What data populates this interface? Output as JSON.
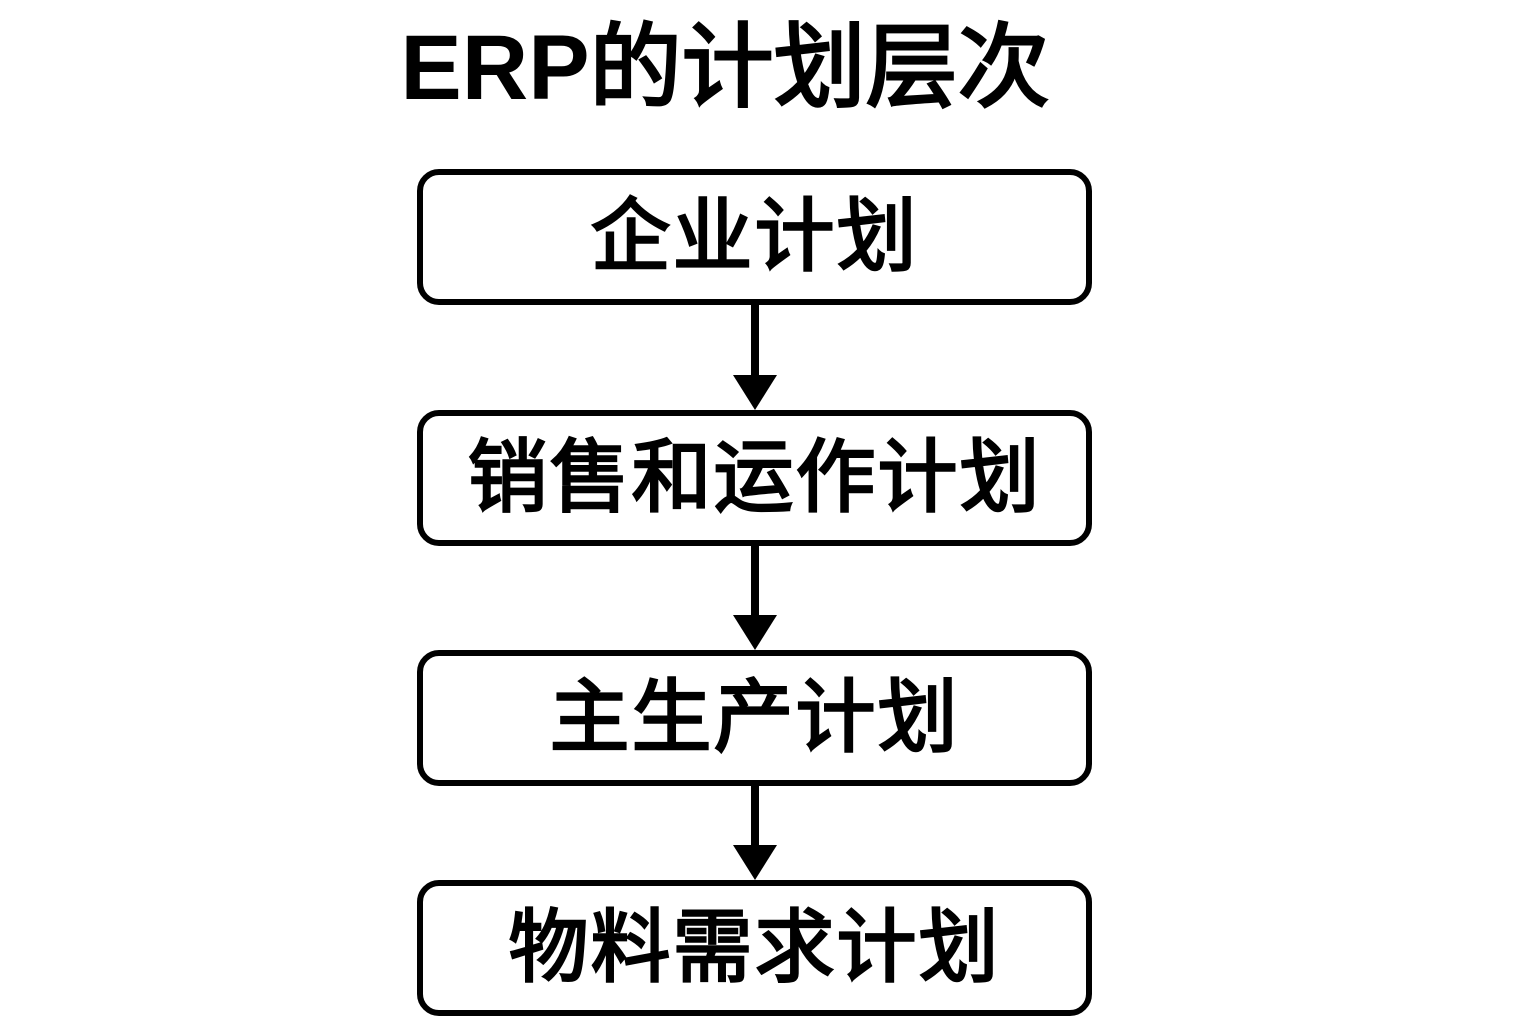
{
  "page": {
    "title": "ERP的计划层次",
    "background_color": "#ffffff",
    "stroke_color": "#000000",
    "text_color": "#000000"
  },
  "chart_data": {
    "type": "diagram",
    "diagram_kind": "vertical-flowchart",
    "title": "ERP的计划层次",
    "node_shape": "rounded-rectangle",
    "nodes": [
      {
        "id": "n0",
        "label": "企业计划",
        "level": 1
      },
      {
        "id": "n1",
        "label": "销售和运作计划",
        "level": 2
      },
      {
        "id": "n2",
        "label": "主生产计划",
        "level": 3
      },
      {
        "id": "n3",
        "label": "物料需求计划",
        "level": 4
      }
    ],
    "edges": [
      {
        "from": "n0",
        "to": "n1",
        "arrow": "down",
        "style": "solid"
      },
      {
        "from": "n1",
        "to": "n2",
        "arrow": "down",
        "style": "solid"
      },
      {
        "from": "n2",
        "to": "n3",
        "arrow": "down",
        "style": "solid"
      }
    ],
    "legend": [],
    "annotations": []
  }
}
